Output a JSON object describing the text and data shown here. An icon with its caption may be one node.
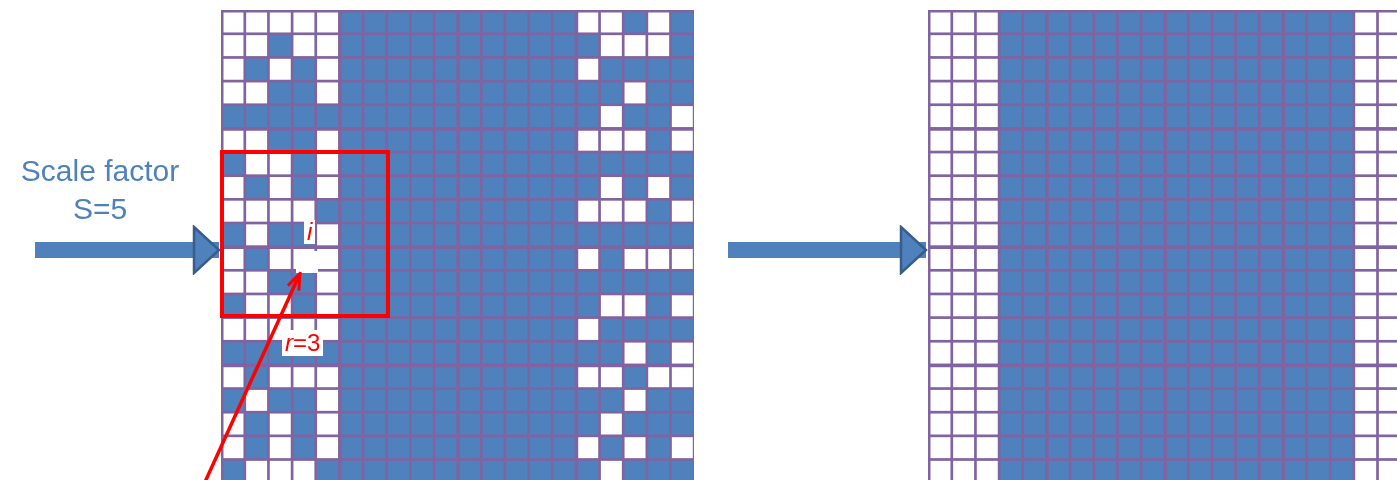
{
  "diagram": {
    "nodes": [
      {
        "text": [],
        "shape": "grid"
      },
      {
        "text": [
          "i"
        ],
        "beside": [
          "*r*=3"
        ],
        "in": 0
      },
      {
        "text": [],
        "shape": "box",
        "in": 1
      },
      {
        "text": [],
        "shape": "grid"
      }
    ],
    "edges": [
      {
        "from": null,
        "to": 0,
        "arrow": "to",
        "label": "Scale factor S=5"
      },
      {
        "from": null,
        "to": 2,
        "arrow": "to",
        "color": "#ff0000"
      },
      {
        "from": 0,
        "to": 3,
        "arrow": "to"
      }
    ]
  }
}
